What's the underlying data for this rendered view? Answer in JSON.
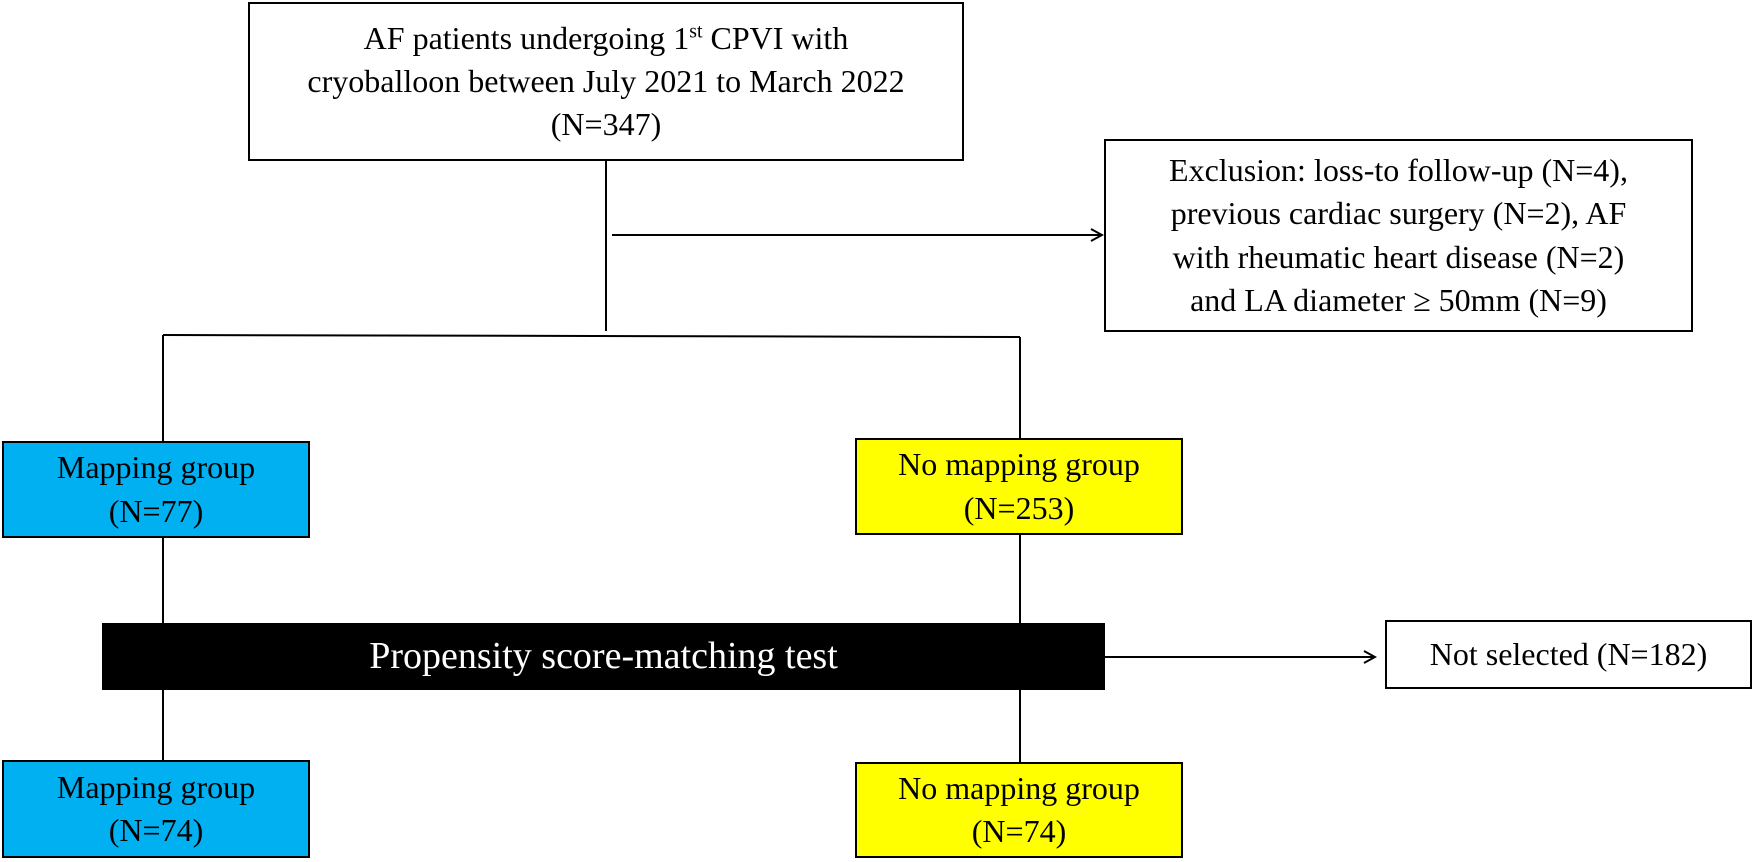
{
  "colors": {
    "mapping_box": "#00b0f0",
    "no_mapping_box": "#ffff00",
    "matching_bar": "#000000",
    "line": "#000000"
  },
  "top_box": {
    "line1_before_sup": "AF patients undergoing 1",
    "line1_sup": "st",
    "line1_after_sup": " CPVI with",
    "line2": "cryoballoon between July 2021 to March 2022",
    "line3": "(N=347)"
  },
  "exclusion_box": {
    "line1": "Exclusion: loss-to follow-up (N=4),",
    "line2": "previous cardiac surgery (N=2), AF",
    "line3": "with rheumatic heart disease (N=2)",
    "line4": "and  LA diameter ≥ 50mm (N=9)"
  },
  "mapping_before": {
    "label": "Mapping group",
    "count": "(N=77)"
  },
  "no_mapping_before": {
    "label": "No mapping group",
    "count": "(N=253)"
  },
  "matching_bar": {
    "label": "Propensity score-matching test"
  },
  "not_selected": {
    "label": "Not selected (N=182)"
  },
  "mapping_after": {
    "label": "Mapping group",
    "count": "(N=74)"
  },
  "no_mapping_after": {
    "label": "No mapping group",
    "count": "(N=74)"
  }
}
